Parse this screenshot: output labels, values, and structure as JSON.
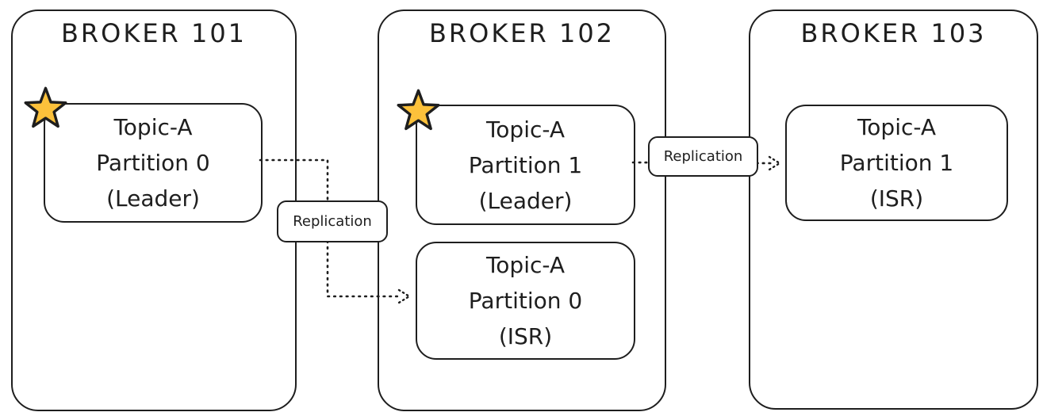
{
  "brokers": [
    {
      "title": "BROKER 101",
      "partitions": [
        {
          "role": "leader",
          "has_star": true,
          "lines": [
            "Topic-A",
            "Partition 0",
            "(Leader)"
          ]
        }
      ]
    },
    {
      "title": "BROKER 102",
      "partitions": [
        {
          "role": "leader",
          "has_star": true,
          "lines": [
            "Topic-A",
            "Partition 1",
            "(Leader)"
          ]
        },
        {
          "role": "isr",
          "has_star": false,
          "lines": [
            "Topic-A",
            "Partition 0",
            "(ISR)"
          ]
        }
      ]
    },
    {
      "title": "BROKER 103",
      "partitions": [
        {
          "role": "isr",
          "has_star": false,
          "lines": [
            "Topic-A",
            "Partition 1",
            "(ISR)"
          ]
        }
      ]
    }
  ],
  "arrow_labels": [
    {
      "text": "Replication"
    },
    {
      "text": "Replication"
    }
  ],
  "icons": {
    "leader_marker": "star-icon"
  },
  "colors": {
    "stroke": "#1e1e1e",
    "star_fill": "#fcc13b",
    "background": "#ffffff",
    "label_background": "#ffffff"
  }
}
